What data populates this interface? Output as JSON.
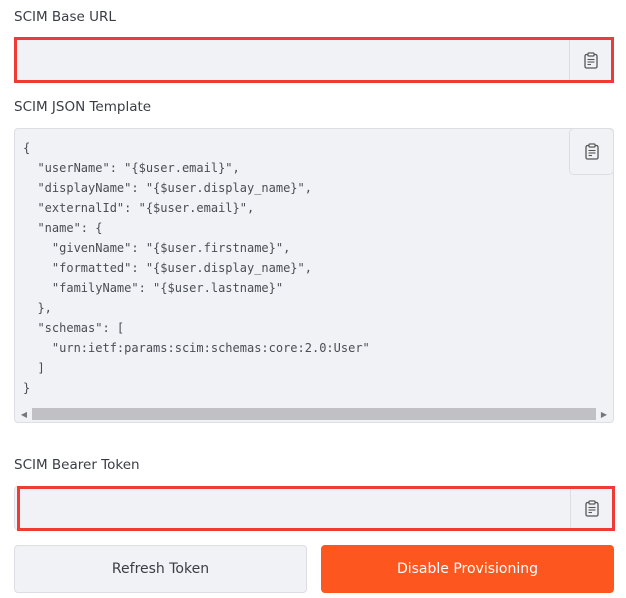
{
  "scim_base_url": {
    "label": "SCIM Base URL",
    "value": "",
    "copy_icon": "clipboard-icon"
  },
  "scim_json_template": {
    "label": "SCIM JSON Template",
    "value": "{\n  \"userName\": \"{$user.email}\",\n  \"displayName\": \"{$user.display_name}\",\n  \"externalId\": \"{$user.email}\",\n  \"name\": {\n    \"givenName\": \"{$user.firstname}\",\n    \"formatted\": \"{$user.display_name}\",\n    \"familyName\": \"{$user.lastname}\"\n  },\n  \"schemas\": [\n    \"urn:ietf:params:scim:schemas:core:2.0:User\"\n  ]\n}",
    "copy_icon": "clipboard-icon"
  },
  "scim_bearer_token": {
    "label": "SCIM Bearer Token",
    "value": "",
    "copy_icon": "clipboard-icon"
  },
  "actions": {
    "refresh_token": "Refresh Token",
    "disable_provisioning": "Disable Provisioning"
  },
  "colors": {
    "highlight_outline": "#ef3b36",
    "danger_button": "#fd561f",
    "field_background": "#f1f2f6"
  }
}
